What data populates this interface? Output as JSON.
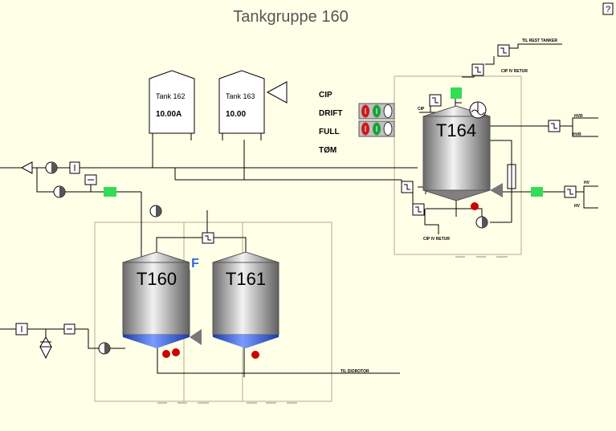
{
  "title": "Tankgruppe 160",
  "help_icon": "question-icon",
  "tanks": {
    "t160": {
      "label": "T160"
    },
    "t161": {
      "label": "T161"
    },
    "t164": {
      "label": "T164"
    },
    "t162": {
      "name": "Tank 162",
      "value": "10.00A"
    },
    "t163": {
      "name": "Tank 163",
      "value": "10.00"
    }
  },
  "status": {
    "cip": "CIP",
    "drift": "DRIFT",
    "full": "FULL",
    "tom": "TØM"
  },
  "labels": {
    "tilrest_tanker": "TIL REST TANKER",
    "cip_iv_retur_top": "CIP IV RETUR",
    "cip_small": "CIP",
    "hvr_upper": "HVR",
    "hvr_lower": "HVR",
    "hv_upper": "HV",
    "hv_lower": "HV",
    "cip_iv_retur_bottom": "CIP IV RETUR",
    "til_dirotor": "TIL DIOROTOR",
    "f_marker": "F"
  },
  "colors": {
    "background": "#ffffe8",
    "valve_green": "#33dd55",
    "alarm_red": "#cc0000",
    "blue_bottom": "#2a54d8",
    "status_green": "#1aa03a"
  }
}
